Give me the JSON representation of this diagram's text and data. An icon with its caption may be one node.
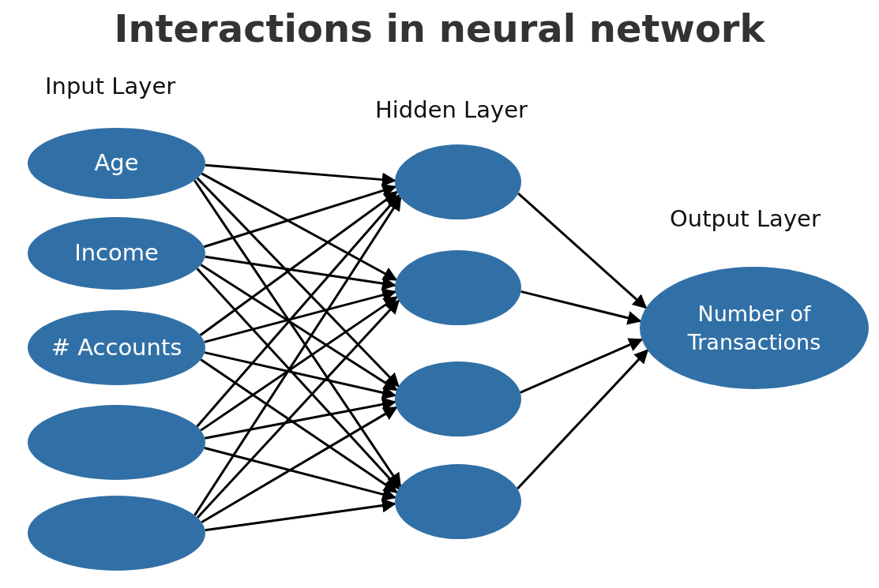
{
  "diagram": {
    "title": "Interactions in neural network",
    "nodes": [
      {
        "text": [
          "Age"
        ]
      },
      {
        "text": [
          "Income"
        ]
      },
      {
        "text": [
          "# Accounts"
        ]
      },
      {
        "text": [],
        "shape": "ellipse"
      },
      {
        "text": [],
        "shape": "ellipse"
      },
      {
        "text": [],
        "shape": "ellipse"
      },
      {
        "text": [],
        "shape": "ellipse"
      },
      {
        "text": [],
        "shape": "ellipse"
      },
      {
        "text": [],
        "shape": "ellipse"
      },
      {
        "text": [
          "Number of Transactions"
        ]
      }
    ],
    "edges": [
      {
        "from": 0,
        "to": 5,
        "arrow": "to"
      },
      {
        "from": 0,
        "to": 6,
        "arrow": "to"
      },
      {
        "from": 0,
        "to": 7,
        "arrow": "to"
      },
      {
        "from": 0,
        "to": 8,
        "arrow": "to"
      },
      {
        "from": 1,
        "to": 5,
        "arrow": "to"
      },
      {
        "from": 1,
        "to": 6,
        "arrow": "to"
      },
      {
        "from": 1,
        "to": 7,
        "arrow": "to"
      },
      {
        "from": 1,
        "to": 8,
        "arrow": "to"
      },
      {
        "from": 2,
        "to": 5,
        "arrow": "to"
      },
      {
        "from": 2,
        "to": 6,
        "arrow": "to"
      },
      {
        "from": 2,
        "to": 7,
        "arrow": "to"
      },
      {
        "from": 2,
        "to": 8,
        "arrow": "to"
      },
      {
        "from": 3,
        "to": 5,
        "arrow": "to"
      },
      {
        "from": 3,
        "to": 6,
        "arrow": "to"
      },
      {
        "from": 3,
        "to": 7,
        "arrow": "to"
      },
      {
        "from": 3,
        "to": 8,
        "arrow": "to"
      },
      {
        "from": 4,
        "to": 5,
        "arrow": "to"
      },
      {
        "from": 4,
        "to": 6,
        "arrow": "to"
      },
      {
        "from": 4,
        "to": 7,
        "arrow": "to"
      },
      {
        "from": 4,
        "to": 8,
        "arrow": "to"
      },
      {
        "from": 5,
        "to": 9,
        "arrow": "to"
      },
      {
        "from": 6,
        "to": 9,
        "arrow": "to"
      },
      {
        "from": 7,
        "to": 9,
        "arrow": "to"
      },
      {
        "from": 8,
        "to": 9,
        "arrow": "to"
      }
    ],
    "labels": [
      "Input Layer",
      "Hidden Layer",
      "Output Layer"
    ]
  }
}
